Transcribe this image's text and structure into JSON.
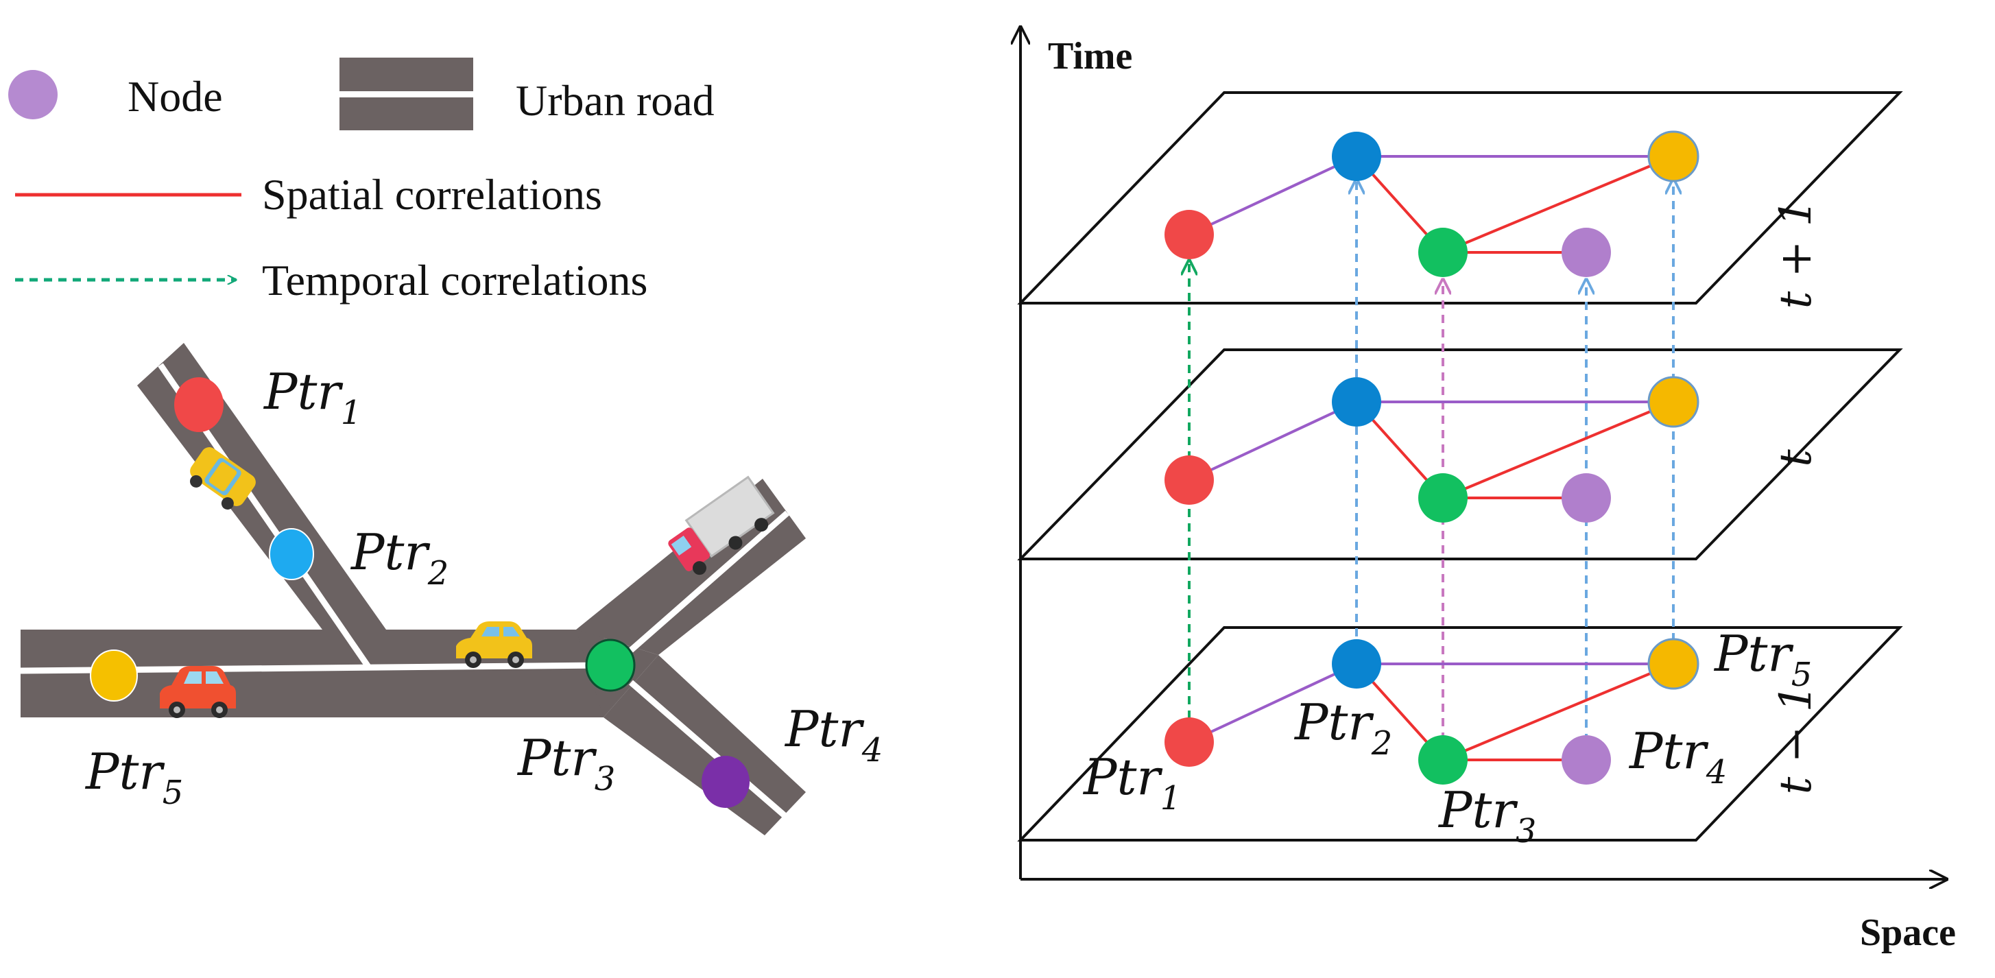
{
  "legend": {
    "node_label": "Node",
    "road_label": "Urban road",
    "spatial_label": "Spatial correlations",
    "temporal_label": "Temporal correlations"
  },
  "road_map": {
    "nodes": [
      {
        "id": "ptr1",
        "label": "Ptr",
        "sub": "1",
        "color": "#f04848"
      },
      {
        "id": "ptr2",
        "label": "Ptr",
        "sub": "2",
        "color": "#1eaaf0"
      },
      {
        "id": "ptr3",
        "label": "Ptr",
        "sub": "3",
        "color": "#12c060"
      },
      {
        "id": "ptr4",
        "label": "Ptr",
        "sub": "4",
        "color": "#7a2fa8"
      },
      {
        "id": "ptr5",
        "label": "Ptr",
        "sub": "5",
        "color": "#f5c000"
      }
    ],
    "vehicles": [
      "yellow-car-icon",
      "yellow-taxi-icon",
      "red-truck-icon",
      "red-car-icon"
    ]
  },
  "spacetime": {
    "axis_time": "Time",
    "axis_space": "Space",
    "planes": [
      {
        "label": "t + 1"
      },
      {
        "label": "t"
      },
      {
        "label": "t − 1"
      }
    ],
    "node_labels": [
      {
        "label": "Ptr",
        "sub": "1"
      },
      {
        "label": "Ptr",
        "sub": "2"
      },
      {
        "label": "Ptr",
        "sub": "3"
      },
      {
        "label": "Ptr",
        "sub": "4"
      },
      {
        "label": "Ptr",
        "sub": "5"
      }
    ],
    "colors": {
      "ptr1": "#f04848",
      "ptr2": "#0a84d0",
      "ptr3": "#12c060",
      "ptr4": "#b07fcc",
      "ptr5": "#f5b800",
      "spatial": "#ee3030",
      "purple_link": "#9a5cc8",
      "temporal_green": "#12a860",
      "temporal_blue": "#6aa8e0",
      "temporal_pink": "#c878c0"
    }
  },
  "colors": {
    "road": "#6b6262",
    "lane": "#ffffff",
    "legend_node": "#b58ad0",
    "spatial_line": "#ee3030",
    "temporal_line": "#12a878"
  }
}
